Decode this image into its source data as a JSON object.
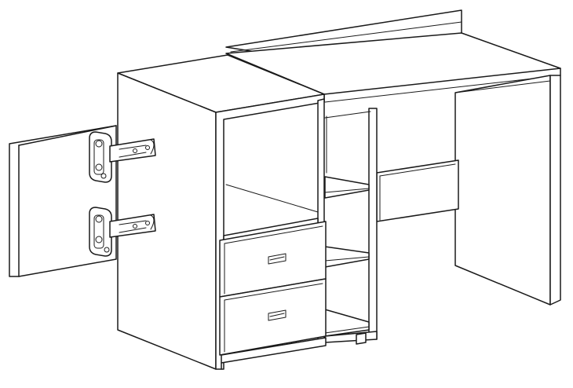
{
  "figure": {
    "subject": "desk-with-cabinet-and-hinged-door",
    "colors": {
      "line": "#1a1a1a",
      "background": "#ffffff"
    },
    "drawer_count": 2,
    "hinge_count": 2
  }
}
